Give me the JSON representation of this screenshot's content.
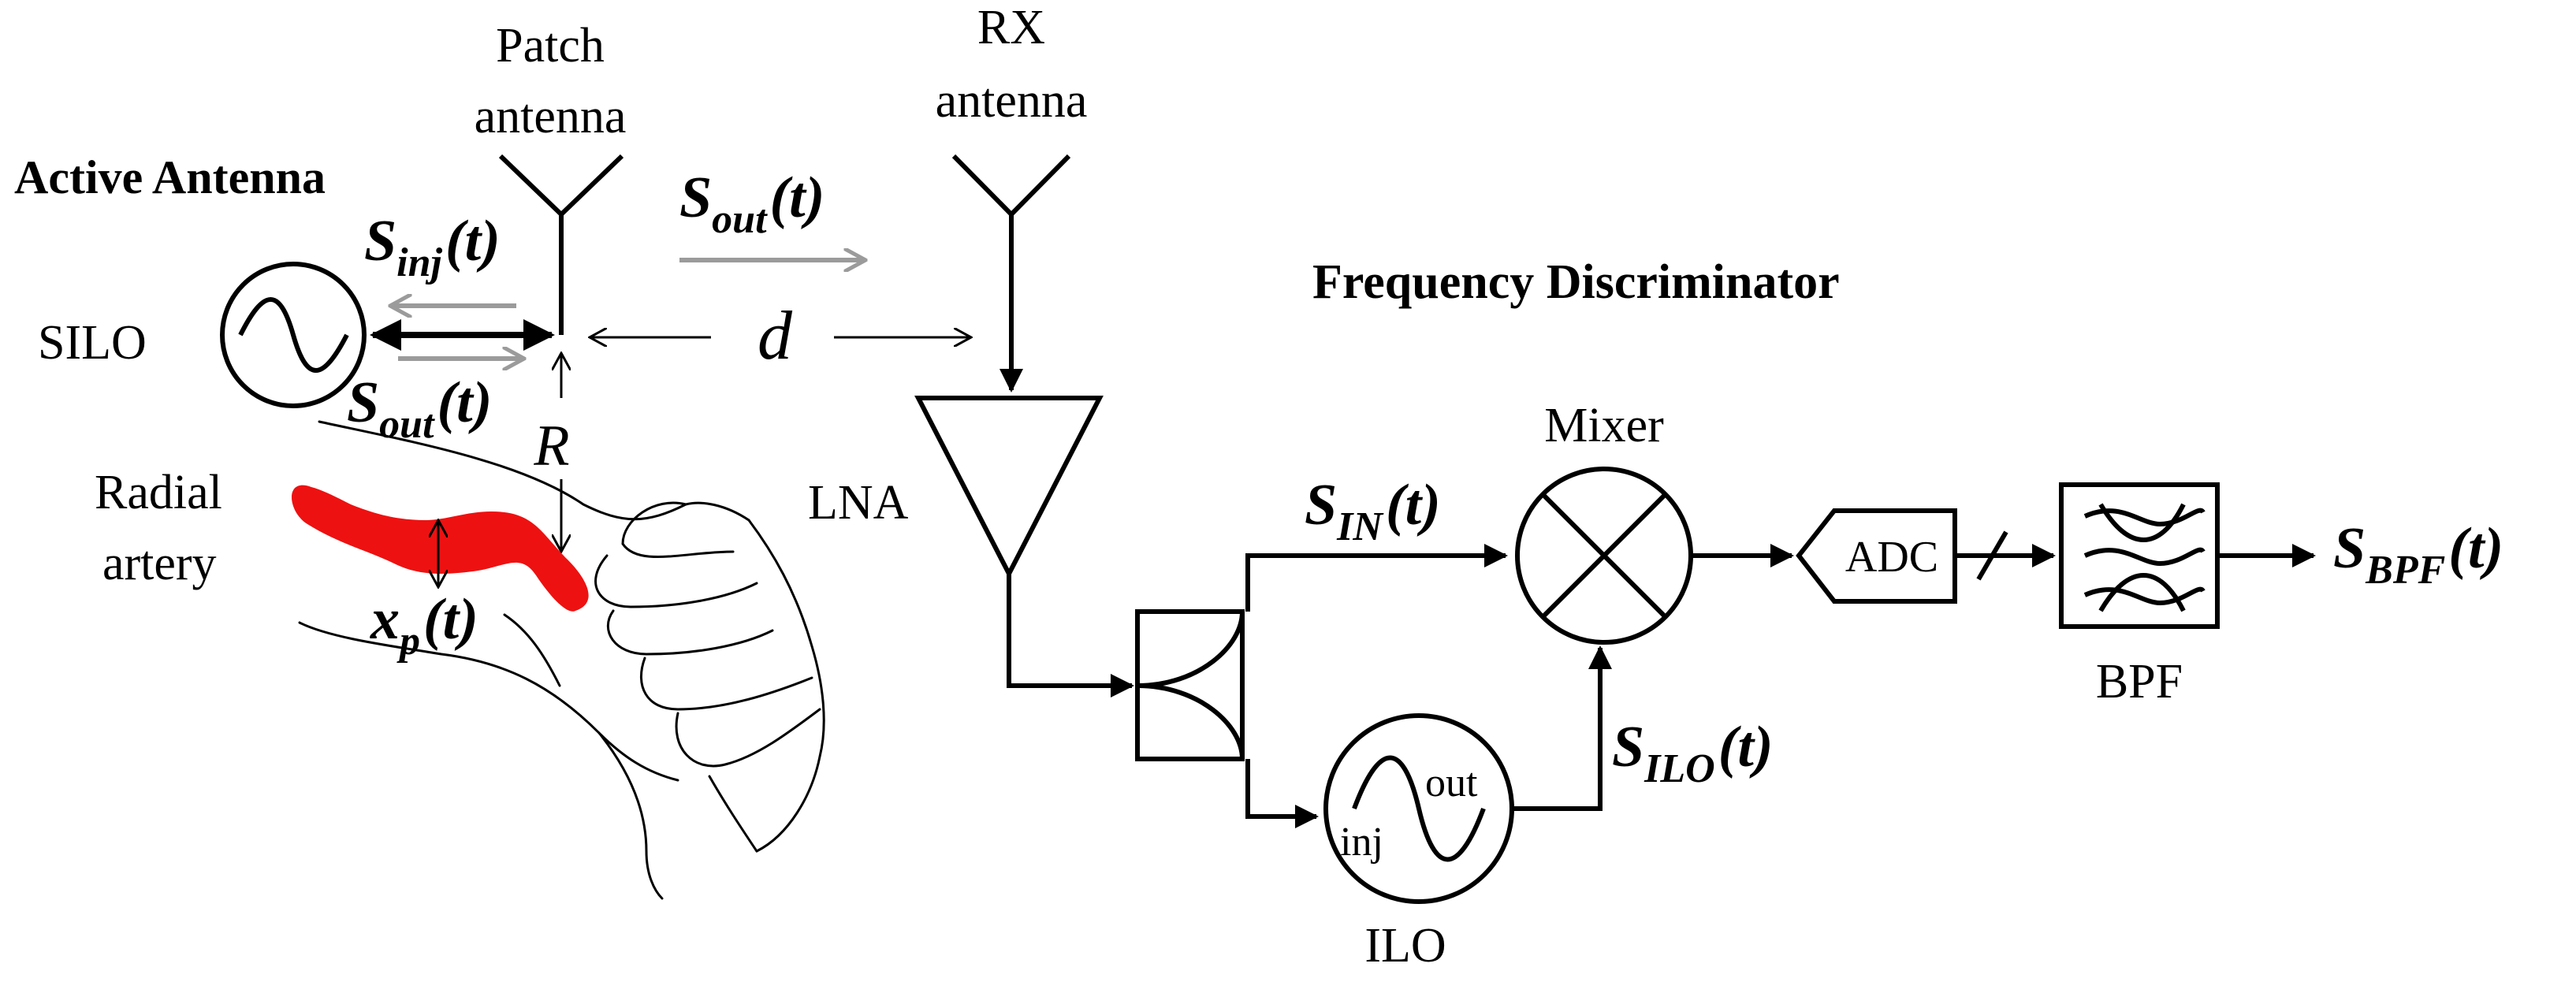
{
  "active_antenna": {
    "title": "Active Antenna",
    "silo_label": "SILO"
  },
  "patch_antenna": {
    "line1": "Patch",
    "line2": "antenna"
  },
  "rx_antenna": {
    "line1": "RX",
    "line2": "antenna"
  },
  "signals": {
    "s_inj": {
      "main": "S",
      "sub": "inj",
      "arg": "(t)"
    },
    "s_out_left": {
      "main": "S",
      "sub": "out",
      "arg": "(t)"
    },
    "s_out_top": {
      "main": "S",
      "sub": "out",
      "arg": "(t)"
    },
    "s_in": {
      "main": "S",
      "sub": "IN",
      "arg": "(t)"
    },
    "s_ilo": {
      "main": "S",
      "sub": "ILO",
      "arg": "(t)"
    },
    "s_bpf": {
      "main": "S",
      "sub": "BPF",
      "arg": "(t)"
    },
    "x_p": {
      "main": "x",
      "sub": "p",
      "arg": "(t)"
    }
  },
  "distance_d": "d",
  "distance_r": "R",
  "radial_artery": {
    "line1": "Radial",
    "line2": "artery"
  },
  "frequency_discriminator": "Frequency Discriminator",
  "lna": "LNA",
  "mixer": "Mixer",
  "adc": "ADC",
  "bpf": "BPF",
  "ilo": {
    "label": "ILO",
    "port_out": "out",
    "port_inj": "inj"
  },
  "colors": {
    "artery": "#ee1111",
    "reflected_signal": "#9b9b9b",
    "line": "#000000"
  }
}
